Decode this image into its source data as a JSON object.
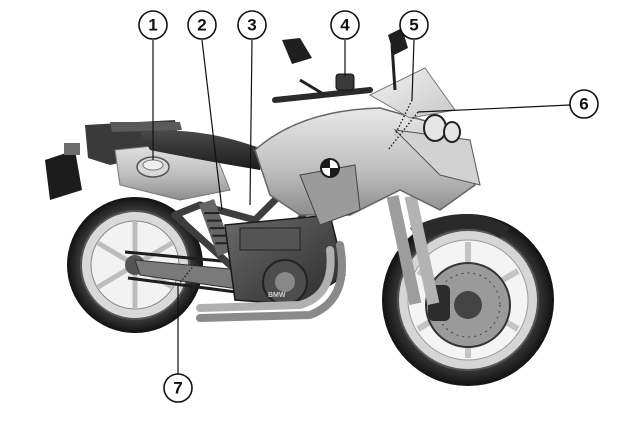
{
  "callouts": [
    {
      "label": "1"
    },
    {
      "label": "2"
    },
    {
      "label": "3"
    },
    {
      "label": "4"
    },
    {
      "label": "5"
    },
    {
      "label": "6"
    },
    {
      "label": "7"
    }
  ],
  "motorcycle_logo": "BMW"
}
